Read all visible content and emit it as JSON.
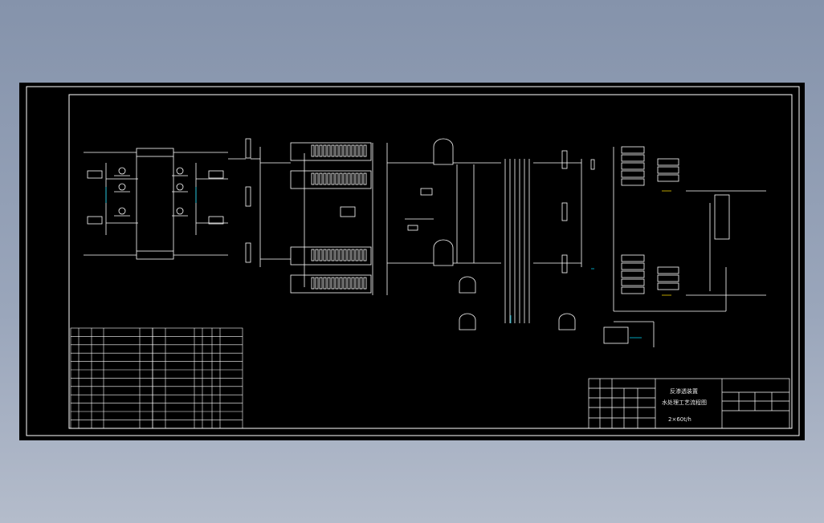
{
  "canvas": {
    "background": "#000000",
    "frame_color": "#ffffff",
    "accent_pipe": "#00c8e6",
    "accent_valve": "#e6c800"
  },
  "title_block": {
    "line1": "反渗透装置",
    "line2": "水处理工艺流程图",
    "line3": "2×60t/h"
  }
}
